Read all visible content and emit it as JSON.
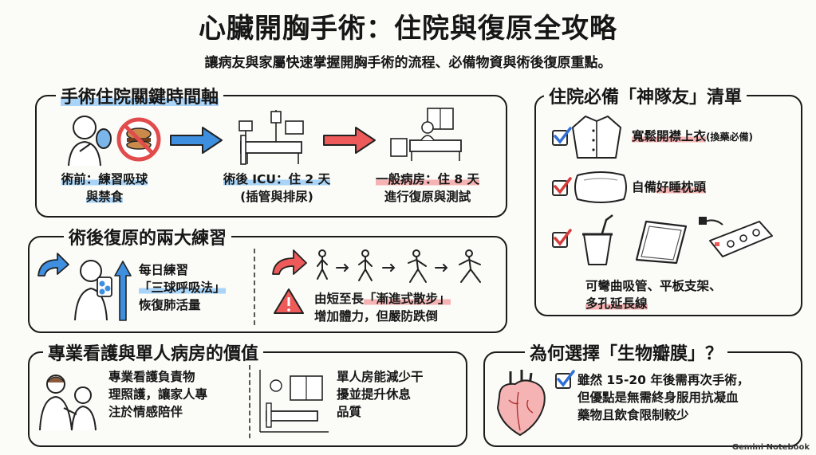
{
  "header": {
    "title": "心臟開胸手術：住院與復原全攻略",
    "subtitle": "讓病友與家屬快速掌握開胸手術的流程、必備物資與術後復原重點。"
  },
  "timeline": {
    "title": "手術住院關鍵時間軸",
    "step1": {
      "line1": "術前：練習吸球",
      "line2": "與禁食"
    },
    "step2": {
      "line1": "術後 ICU：住 2 天",
      "line2": "(插管與排尿)"
    },
    "step3": {
      "line1": "一般病房：住 8 天",
      "line2": "進行復原與測試"
    }
  },
  "recovery": {
    "title": "術後復原的兩大練習",
    "ex1": {
      "line1": "每日練習",
      "line2": "「三球呼吸法」",
      "line3": "恢復肺活量"
    },
    "ex2": {
      "line1_pre": "由短至長",
      "line1_hl": "「漸進式散步」",
      "line2": "增加體力，但嚴防跌倒"
    }
  },
  "care": {
    "title": "專業看護與單人病房的價值",
    "nurse": [
      "專業看護負責物",
      "理照護，讓家人專",
      "注於情感陪伴"
    ],
    "room": [
      "單人房能減少干",
      "擾並提升休息",
      "品質"
    ]
  },
  "checklist": {
    "title": "住院必備「神隊友」清單",
    "item1": {
      "label": "寬鬆開襟上衣",
      "note": "(換藥必備)"
    },
    "item2": {
      "pre": "自備",
      "hl": "好睡枕頭"
    },
    "item3": {
      "line1": "可彎曲吸管、平板支架、",
      "line2": "多孔延長線"
    }
  },
  "valve": {
    "title": "為何選擇「生物瓣膜」？",
    "lines": [
      "雖然 15-20 年後需再次手術，",
      "但優點是無需終身服用抗凝血",
      "藥物且飲食限制較少"
    ]
  },
  "footer": {
    "brand": "Gemini Notebook"
  },
  "colors": {
    "blue_highlight": "#a9d4f7",
    "red_highlight": "#f6b3b3",
    "blue_arrow": "#3f8fe0",
    "red_arrow": "#ee5a5a",
    "check_red": "#d83a3a",
    "check_blue": "#2f6fd6"
  }
}
